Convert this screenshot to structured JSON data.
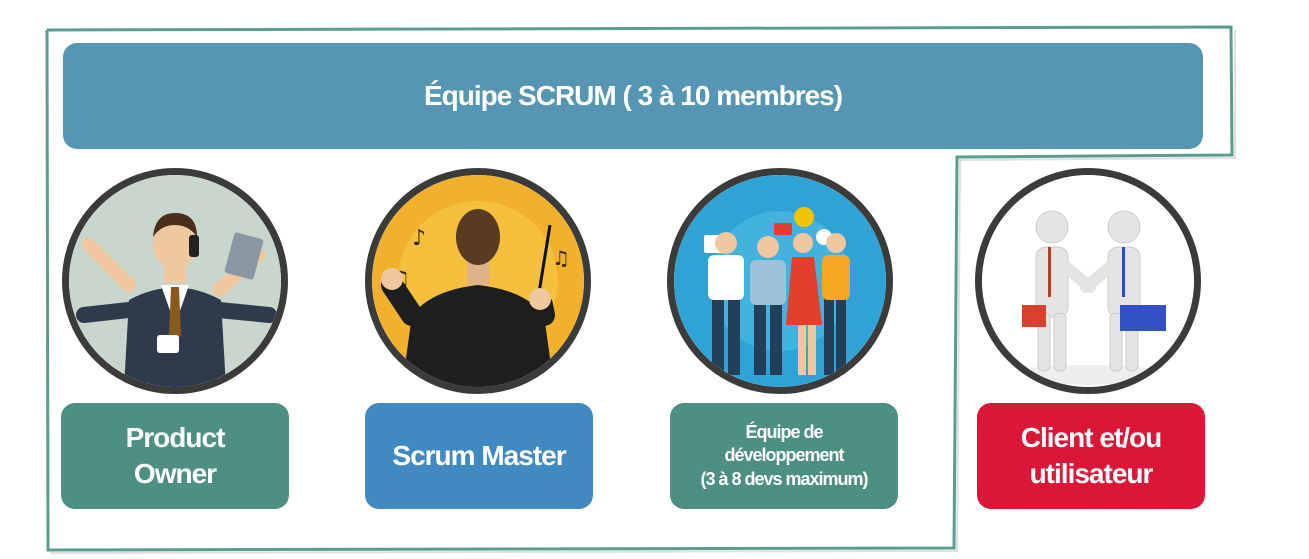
{
  "title": "Équipe SCRUM ( 3 à 10 membres)",
  "roles": [
    {
      "label": "Product\nOwner",
      "color": "#4d8f83",
      "illustration": "multitasking-businessman"
    },
    {
      "label": "Scrum Master",
      "color": "#418ac1",
      "illustration": "orchestra-conductor"
    },
    {
      "label": "Équipe de\ndéveloppement\n(3 à 8 devs maximum)",
      "color": "#4d8f83",
      "illustration": "team-discussion"
    },
    {
      "label": "Client et/ou\nutilisateur",
      "color": "#dc1637",
      "illustration": "handshake"
    }
  ],
  "colors": {
    "banner": "#5696b4",
    "outline": "#5a9c8e",
    "circle_border": "#3b3b3b"
  }
}
